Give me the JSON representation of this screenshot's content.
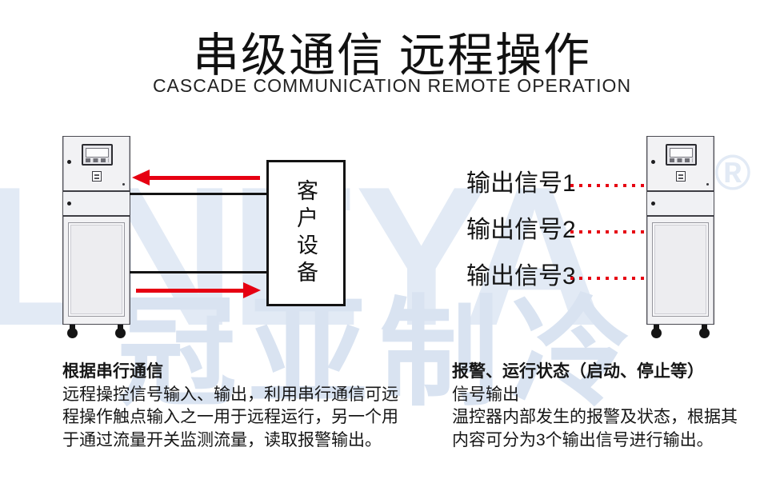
{
  "header": {
    "title": "串级通信 远程操作",
    "subtitle": "CASCADE COMMUNICATION REMOTE OPERATION"
  },
  "watermark": {
    "brand": "LNEYA",
    "registered": "®",
    "brand_cn": "冠亚制冷",
    "color": "#e2eaf5"
  },
  "diagram": {
    "client_box_label": "客户设备",
    "output_signals": [
      {
        "label": "输出信号1"
      },
      {
        "label": "输出信号2"
      },
      {
        "label": "输出信号3"
      }
    ],
    "arrow_color": "#e60012",
    "line_color": "#131313"
  },
  "notes": {
    "left": {
      "heading": "根据串行通信",
      "lines": [
        "远程操控信号输入、输出，利用串行通信可远",
        "程操作触点输入之一用于远程运行，另一个用",
        "于通过流量开关监测流量，读取报警输出。"
      ]
    },
    "right": {
      "heading": "报警、运行状态（启动、停止等）",
      "subheading": "信号输出",
      "lines": [
        "温控器内部发生的报警及状态，根据其",
        "内容可分为3个输出信号进行输出。"
      ]
    }
  }
}
